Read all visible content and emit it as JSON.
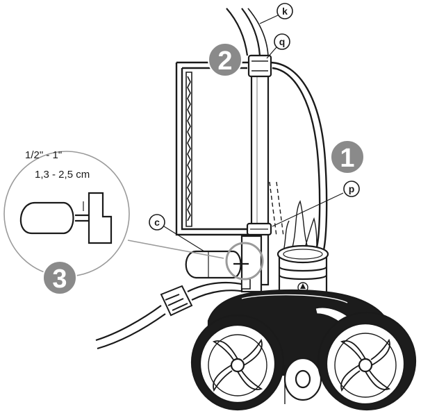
{
  "callouts": {
    "step_1": "1",
    "step_2": "2",
    "step_3": "3",
    "part_k": "k",
    "part_q": "q",
    "part_p": "p",
    "part_c": "c"
  },
  "measurement": {
    "inches": "1/2\" - 1\"",
    "centimeters": "1,3 - 2,5 cm"
  },
  "colors": {
    "line": "#1a1a1a",
    "step_badge": "#8a8a8a",
    "body_dark": "#1c1c1c",
    "wheel_light": "#ffffff"
  }
}
